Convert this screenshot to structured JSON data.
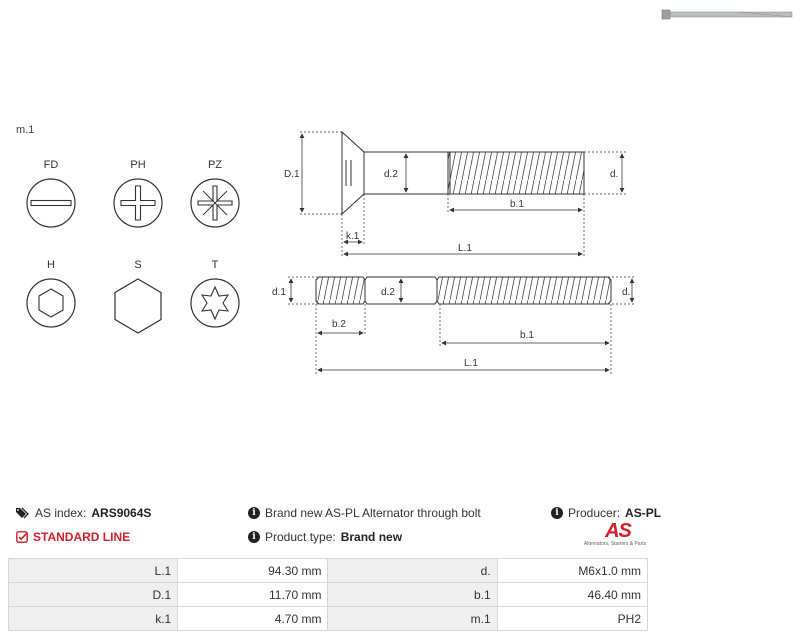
{
  "header": {
    "m1_label": "m.1"
  },
  "drive_types": [
    {
      "label": "FD",
      "icon": "slot-drive-icon"
    },
    {
      "label": "PH",
      "icon": "phillips-drive-icon"
    },
    {
      "label": "PZ",
      "icon": "pozidriv-drive-icon"
    },
    {
      "label": "H",
      "icon": "hex-socket-drive-icon"
    },
    {
      "label": "S",
      "icon": "hex-head-icon"
    },
    {
      "label": "T",
      "icon": "torx-drive-icon"
    }
  ],
  "drawing": {
    "top": {
      "D1": "D.1",
      "d2": "d.2",
      "d": "d.",
      "b1": "b.1",
      "k1": "k.1",
      "L1": "L.1"
    },
    "bottom": {
      "d1": "d.1",
      "d2": "d.2",
      "d": "d.",
      "b2": "b.2",
      "b1": "b.1",
      "L1": "L.1"
    }
  },
  "info": {
    "as_index_label": "AS index:",
    "as_index_value": "ARS9064S",
    "description": "Brand new AS-PL Alternator through bolt",
    "producer_label": "Producer:",
    "producer_value": "AS-PL",
    "standard_line": "STANDARD LINE",
    "product_type_label": "Product type:",
    "product_type_value": "Brand new",
    "logo_mark": "AS",
    "logo_tagline": "Alternators, Starters & Parts",
    "accent_color": "#d21f2a"
  },
  "specs": [
    {
      "k1": "L.1",
      "v1": "94.30 mm",
      "k2": "d.",
      "v2": "M6x1.0 mm"
    },
    {
      "k1": "D.1",
      "v1": "11.70 mm",
      "k2": "b.1",
      "v2": "46.40 mm"
    },
    {
      "k1": "k.1",
      "v1": "4.70 mm",
      "k2": "m.1",
      "v2": "PH2"
    }
  ]
}
